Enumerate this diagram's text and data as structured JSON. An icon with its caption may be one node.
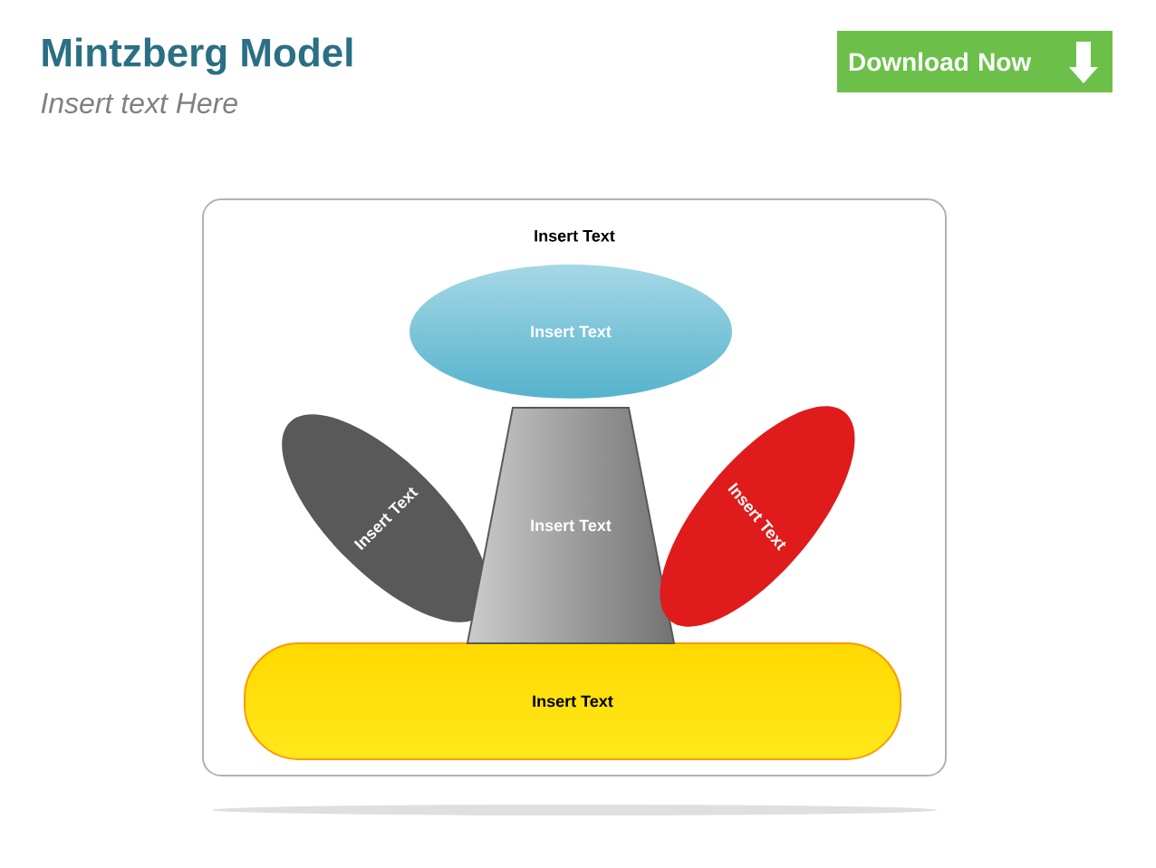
{
  "diagram": {
    "title": "Mintzberg Model",
    "nodes": [
      {
        "text": [
          "Download Now"
        ]
      },
      {
        "text": [
          "Insert Text"
        ]
      },
      {
        "text": [
          "Insert Text"
        ],
        "in": 1
      },
      {
        "text": [
          "Insert Text"
        ],
        "in": 1
      },
      {
        "text": [
          "Insert Text"
        ],
        "in": 1
      },
      {
        "text": [
          "Insert Text"
        ],
        "in": 1
      },
      {
        "text": [
          "Insert Text"
        ],
        "in": 1
      }
    ],
    "labels": [
      "Insert text Here"
    ]
  }
}
